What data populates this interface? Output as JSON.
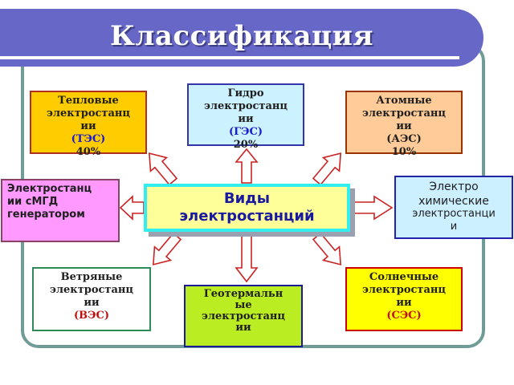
{
  "title": "Классификация",
  "center": {
    "line1": "Виды",
    "line2": "электростанций"
  },
  "boxes": {
    "tes": {
      "l1": "Тепловые",
      "l2": "электростанц",
      "l3": "ии",
      "l4": "(ТЭС)",
      "l5": "40%"
    },
    "ges": {
      "l1": "Гидро",
      "l2": "электростанц",
      "l3": "ии",
      "l4": "(ГЭС)",
      "l5": "20%"
    },
    "aes": {
      "l1": "Атомные",
      "l2": "электростанц",
      "l3": "ии",
      "l4": "(АЭС)",
      "l5": "10%"
    },
    "mgd": {
      "l1": "Электростанц",
      "l2": "ии сМГД",
      "l3": "генератором"
    },
    "chem": {
      "l1": "Электро",
      "l2": "химические",
      "l3": "электростанци",
      "l4": "и"
    },
    "veter": {
      "l1": "Ветряные",
      "l2": "электростанц",
      "l3": "ии",
      "l4": "(ВЭС)"
    },
    "geo": {
      "l1": "Геотермальн",
      "l2": "ые",
      "l3": "электростанц",
      "l4": "ии"
    },
    "sol": {
      "l1": "Солнечные",
      "l2": "электростанц",
      "l3": "ии",
      "l4": "(СЭС)"
    }
  },
  "colors": {
    "title_bar": "#6767c8",
    "frame": "#6f9c97",
    "arrow_fill": "#ffffff",
    "arrow_stroke": "#cc2222"
  }
}
